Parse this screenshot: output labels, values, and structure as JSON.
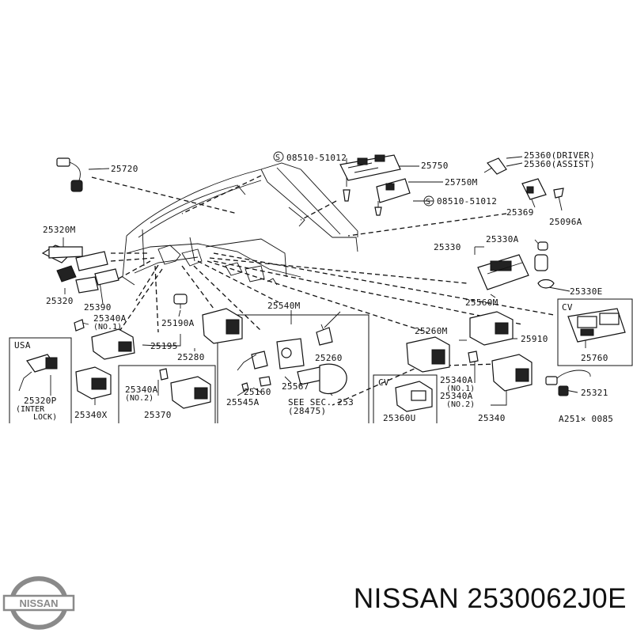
{
  "diagram": {
    "labels": {
      "p25720": "25720",
      "p08510_a": "08510-51012",
      "p25750": "25750",
      "p25750m": "25750M",
      "p08510_b": "08510-51012",
      "p25360_driver": "25360(DRIVER)",
      "p25360_assist": "25360(ASSIST)",
      "p25369": "25369",
      "p25096a": "25096A",
      "p25320m": "25320M",
      "p25320": "25320",
      "p25390": "25390",
      "p25330": "25330",
      "p25330a": "25330A",
      "p25330e": "25330E",
      "p25560m": "25560M",
      "p25340a_no1": "25340A",
      "no1_a": "(NO.1)",
      "p25190a": "25190A",
      "p25540m": "25540M",
      "usa": "USA",
      "p25195": "25195",
      "p25280": "25280",
      "p25260": "25260",
      "p25260m": "25260M",
      "p25910": "25910",
      "cv_a": "CV",
      "p25760": "25760",
      "p25160": "25160",
      "p25567": "25567",
      "p25545a": "25545A",
      "see_sec": "SEE SEC. 253",
      "see_sub": "(28475)",
      "p25340a_no2": "25340A",
      "no2_a": "(NO.2)",
      "p25370": "25370",
      "p25340x": "25340X",
      "p25320p": "25320P",
      "inter": "(INTER",
      "lock": "LOCK)",
      "cv_b": "CV",
      "p25360u": "25360U",
      "p25340a_no1_b": "25340A",
      "no1_b": "(NO.1)",
      "p25340a_no2_b": "25340A",
      "no2_b": "(NO.2)",
      "p25340": "25340",
      "p25321": "25321",
      "ref": "A251× 0085"
    }
  },
  "footer": {
    "brand_title": "NISSAN 2530062J0E",
    "logo_text": "NISSAN"
  }
}
